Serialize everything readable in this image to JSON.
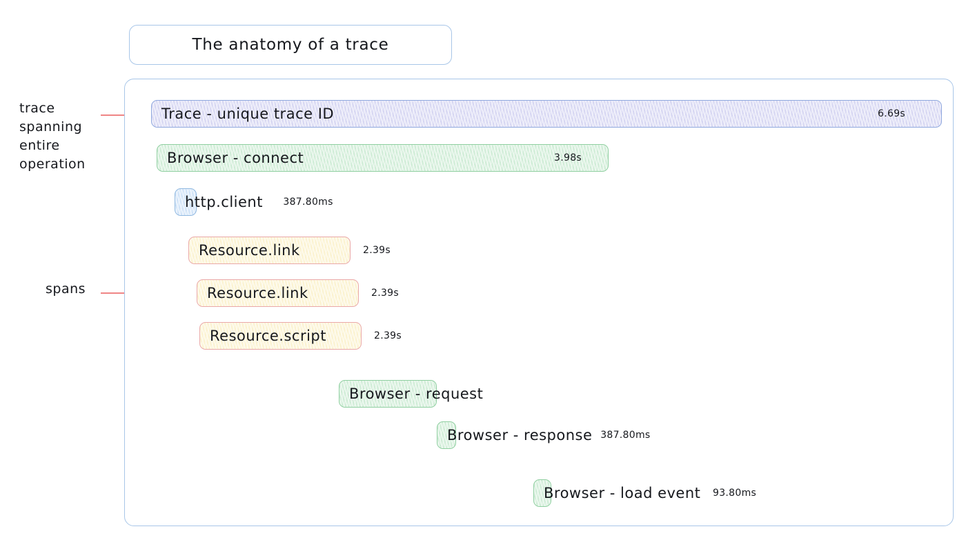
{
  "title": {
    "text": "The anatomy of a trace"
  },
  "annotations": [
    {
      "name": "trace-annotation",
      "text": "trace\nspanning\nentire\noperation"
    },
    {
      "name": "spans-annotation",
      "text": "spans"
    }
  ],
  "colors": {
    "panel_border": "#a8c6e8",
    "bracket": "#ef8585",
    "trace_fill": "#d6d6f2",
    "trace_border": "#8fa8de",
    "browser_fill": "#cfecd6",
    "browser_border": "#8fcfa0",
    "http_fill": "#cfe2f7",
    "http_border": "#8fb8e0",
    "resource_fill": "#fbf2cf",
    "resource_border": "#eaa8a8"
  },
  "rows": [
    {
      "label": "Trace - unique trace ID",
      "duration": "6.69s",
      "duration_position": "inside",
      "kind": "trace",
      "color": "purple"
    },
    {
      "label": "Browser - connect",
      "duration": "3.98s",
      "duration_position": "inside",
      "kind": "span",
      "color": "green"
    },
    {
      "label": "http.client",
      "duration": "387.80ms",
      "duration_position": "outside",
      "kind": "span",
      "color": "blue"
    },
    {
      "label": "Resource.link",
      "duration": "2.39s",
      "duration_position": "outside",
      "kind": "span",
      "color": "yellow"
    },
    {
      "label": "Resource.link",
      "duration": "2.39s",
      "duration_position": "outside",
      "kind": "span",
      "color": "yellow"
    },
    {
      "label": "Resource.script",
      "duration": "2.39s",
      "duration_position": "outside",
      "kind": "span",
      "color": "yellow"
    },
    {
      "label": "Browser - request",
      "duration": "",
      "duration_position": "none",
      "kind": "span",
      "color": "green"
    },
    {
      "label": "Browser - response",
      "duration": "387.80ms",
      "duration_position": "outside",
      "kind": "span",
      "color": "green"
    },
    {
      "label": "Browser - load event",
      "duration": "93.80ms",
      "duration_position": "outside",
      "kind": "span",
      "color": "green"
    }
  ]
}
